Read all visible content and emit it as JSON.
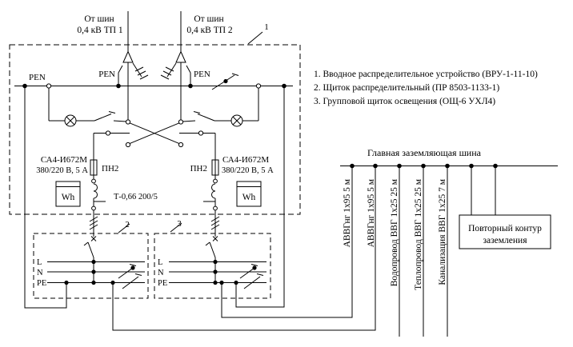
{
  "feeds": {
    "tp1_top": "От шин",
    "tp1_bottom": "0,4 кВ ТП 1",
    "tp2_top": "От шин",
    "tp2_bottom": "0,4 кВ ТП 2"
  },
  "pen": {
    "left": "PEN",
    "mid_left": "PEN",
    "mid_right": "PEN"
  },
  "callouts": {
    "vru": "1",
    "panel2": "2",
    "panel3": "3"
  },
  "legend": {
    "items": [
      "1. Вводное распределительное устройство (ВРУ-1-11-10)",
      "2. Щиток распределительный (ПР 8503-1133-1)",
      "3. Групповой щиток освещения (ОЩ-6 УХЛ4)"
    ]
  },
  "meter_left": {
    "model": "СА4-И672М",
    "rating": "380/220 В, 5 А",
    "register": "Wh"
  },
  "meter_right": {
    "model": "СА4-И672М",
    "rating": "380/220 В, 5 А",
    "register": "Wh"
  },
  "fuses": {
    "left": "ПН2",
    "right": "ПН2"
  },
  "ct_label": "Т-0,66 200/5",
  "bus_labels": {
    "l": "L",
    "n": "N",
    "pe": "PE"
  },
  "ground": {
    "title": "Главная заземляющая шина",
    "cables": [
      "АВВГнг 1х95 5 м",
      "АВВГнг 1х95 5 м",
      "Водопровод  ВВГ 1х25 25 м",
      "Теплопровод  ВВГ 1х25 25 м",
      "Канализация  ВВГ 1х25 7 м"
    ],
    "recontour_line1": "Повторный контур",
    "recontour_line2": "заземления"
  },
  "colors": {
    "ink": "#000000",
    "background": "#ffffff"
  }
}
